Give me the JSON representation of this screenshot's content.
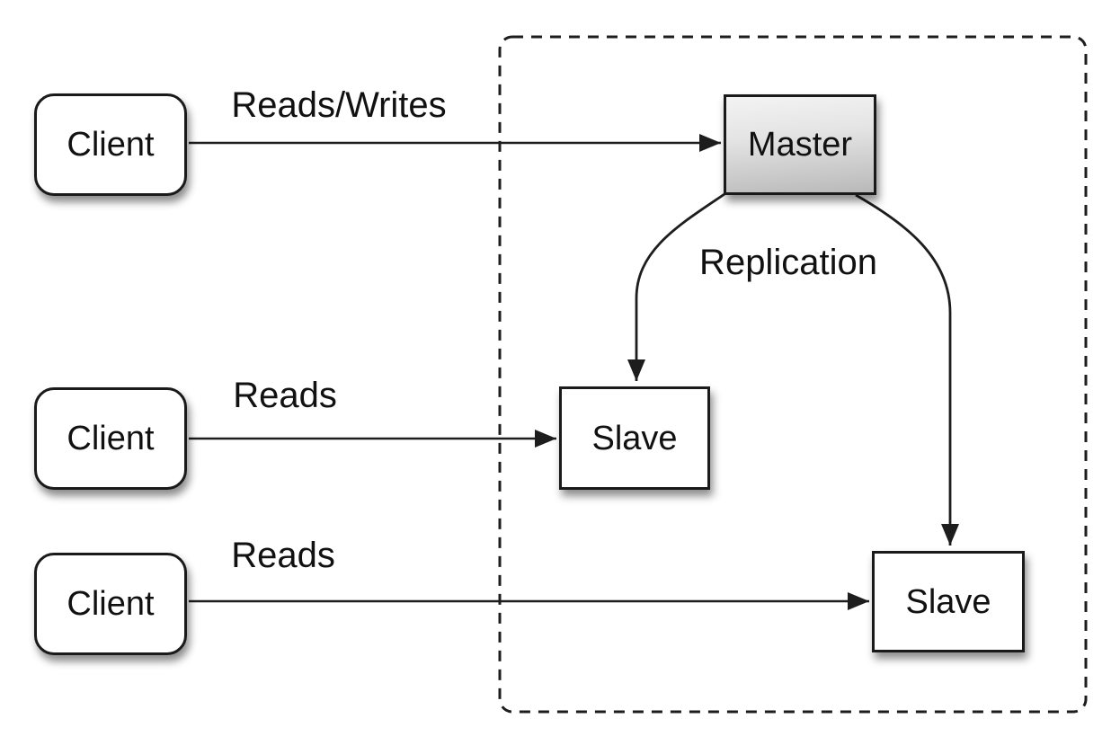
{
  "diagram": {
    "kind": "master-slave-replication",
    "nodes": {
      "client1": {
        "label": "Client"
      },
      "client2": {
        "label": "Client"
      },
      "client3": {
        "label": "Client"
      },
      "master": {
        "label": "Master"
      },
      "slave1": {
        "label": "Slave"
      },
      "slave2": {
        "label": "Slave"
      }
    },
    "edge_labels": {
      "reads_writes": "Reads/Writes",
      "reads_top": "Reads",
      "reads_bottom": "Reads",
      "replication": "Replication"
    },
    "colors": {
      "background": "#ffffff",
      "stroke": "#1d1d1d",
      "node_fill": "#ffffff",
      "master_gradient_top": "#f3f3f3",
      "master_gradient_bottom": "#b9b9b9",
      "text": "#111111"
    }
  }
}
